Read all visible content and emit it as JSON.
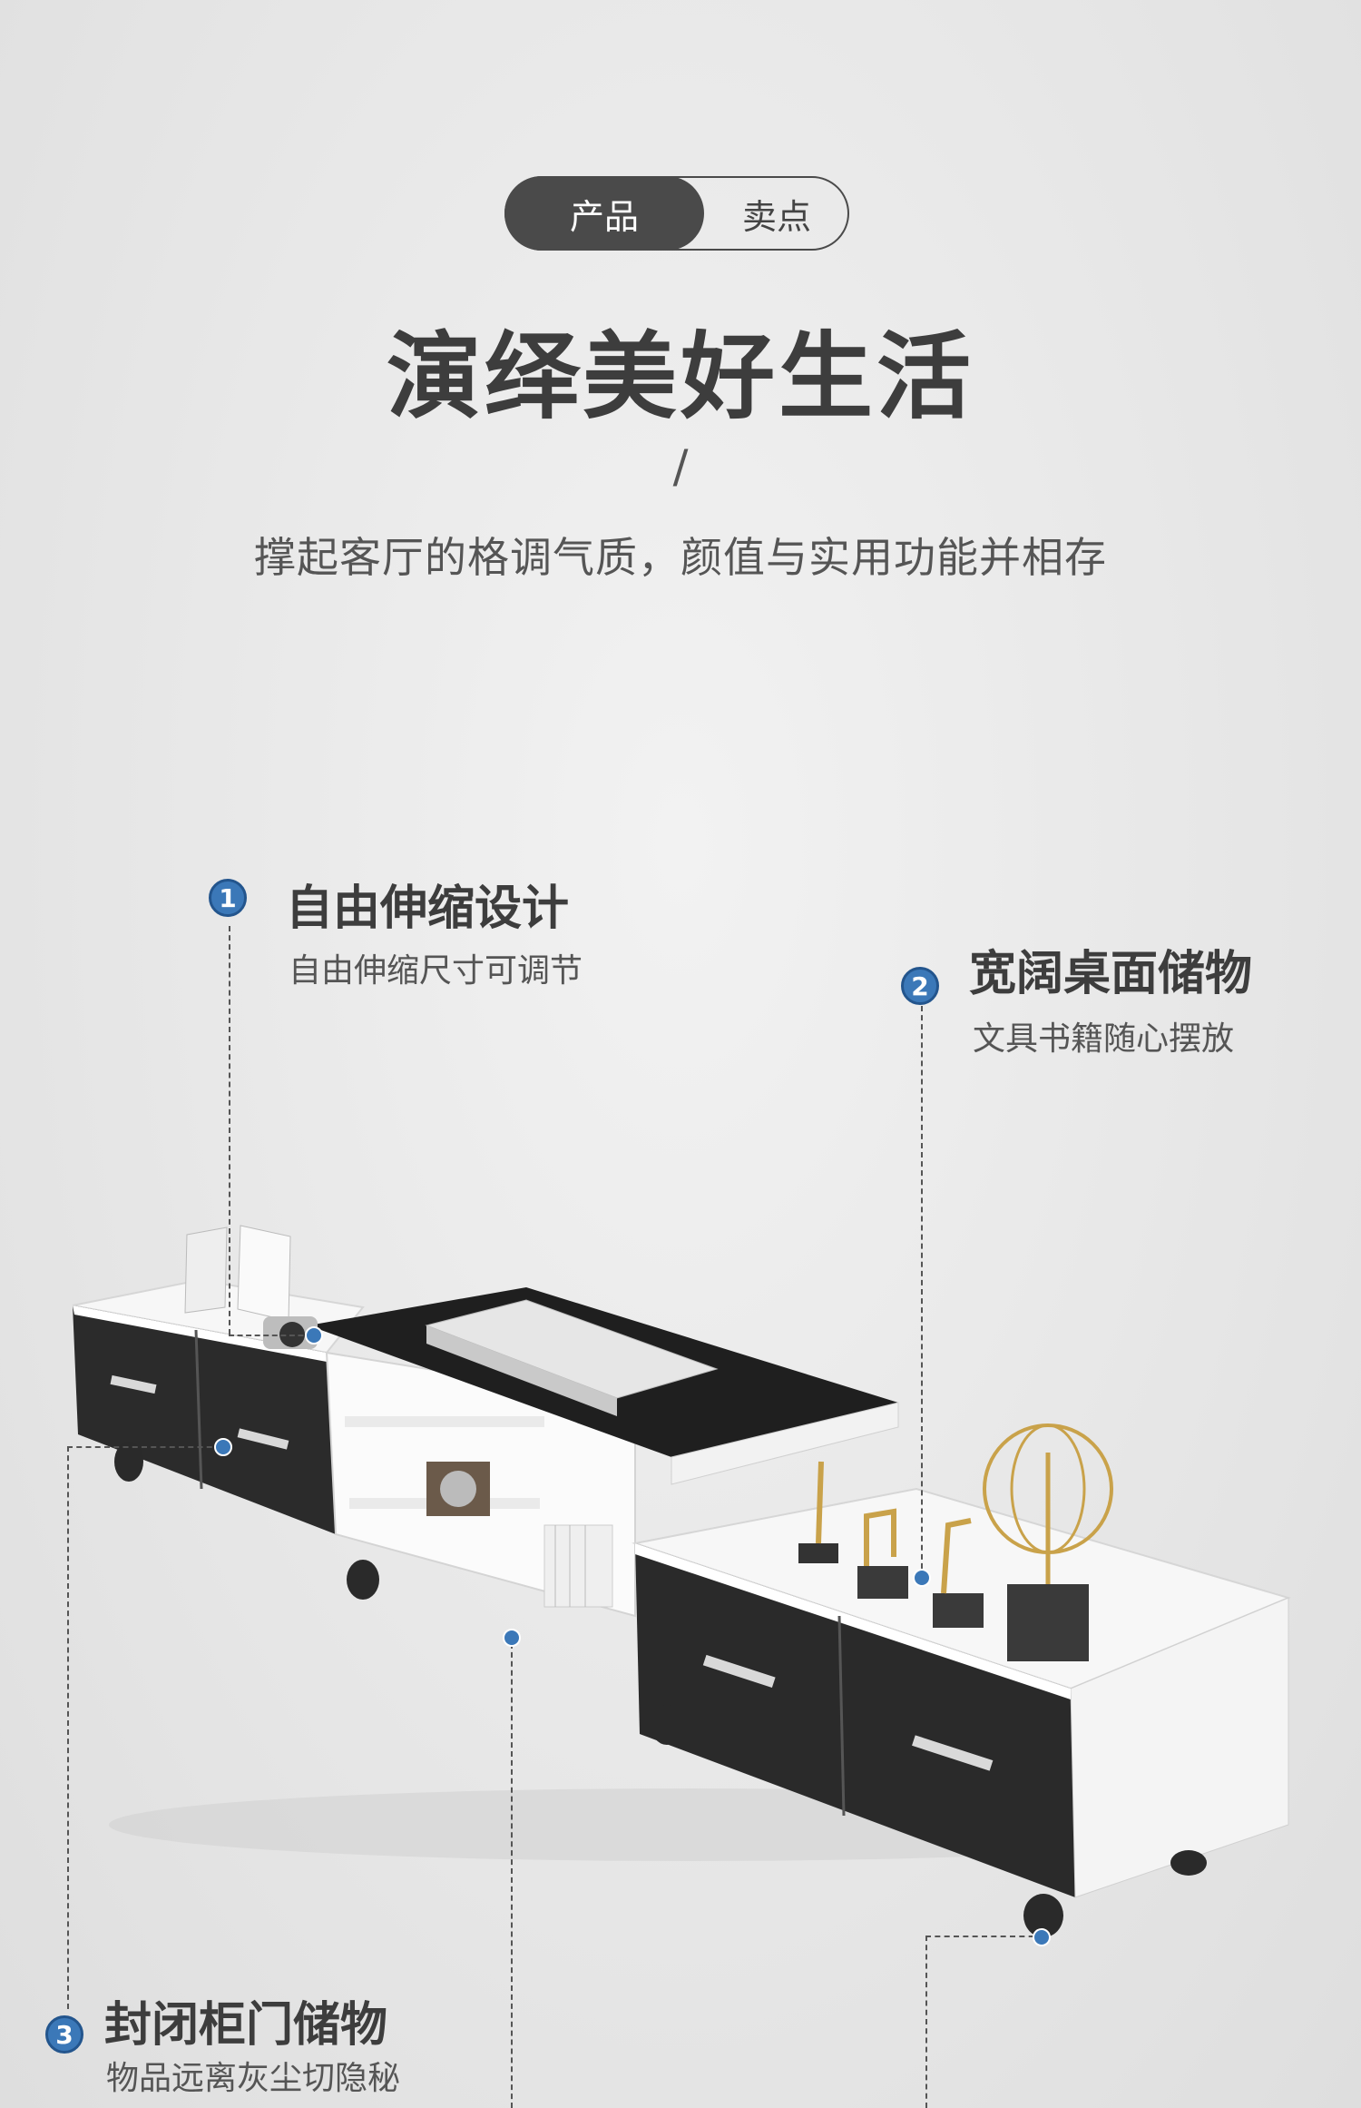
{
  "toggle": {
    "active_label": "产品",
    "inactive_label": "卖点"
  },
  "headline": "演绎美好生活",
  "divider": "/",
  "subline": "撑起客厅的格调气质，颜值与实用功能并相存",
  "callouts": [
    {
      "number": "1",
      "title": "自由伸缩设计",
      "desc": "自由伸缩尺寸可调节"
    },
    {
      "number": "2",
      "title": "宽阔桌面储物",
      "desc": "文具书籍随心摆放"
    },
    {
      "number": "3",
      "title": "封闭柜门储物",
      "desc": "物品远离灰尘切隐秘"
    }
  ],
  "colors": {
    "accent": "#3b78b8",
    "text_dark": "#3d3d3d",
    "background": "#e9e9e9"
  }
}
